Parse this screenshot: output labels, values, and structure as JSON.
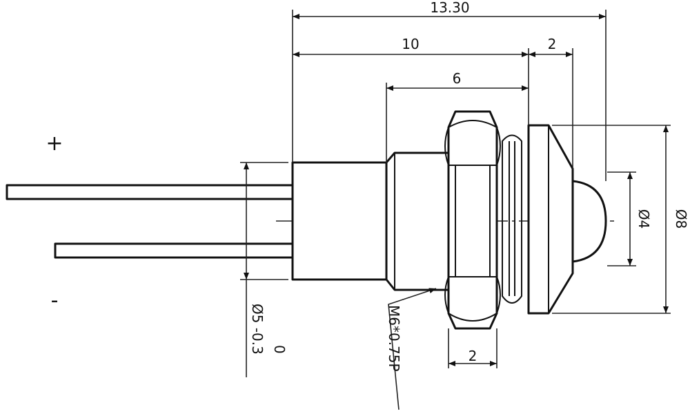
{
  "labels": {
    "overall_length": "13.30",
    "body_length": "10",
    "cap_height": "2",
    "thread_length": "6",
    "nut_thickness": "2",
    "lens_diameter": "Ø4",
    "bezel_diameter": "Ø8",
    "body_diameter": "Ø5 -0.3",
    "body_tolerance_upper": "0",
    "thread_spec": "M6*0.75P",
    "plus_sign": "+",
    "minus_sign": "-"
  }
}
